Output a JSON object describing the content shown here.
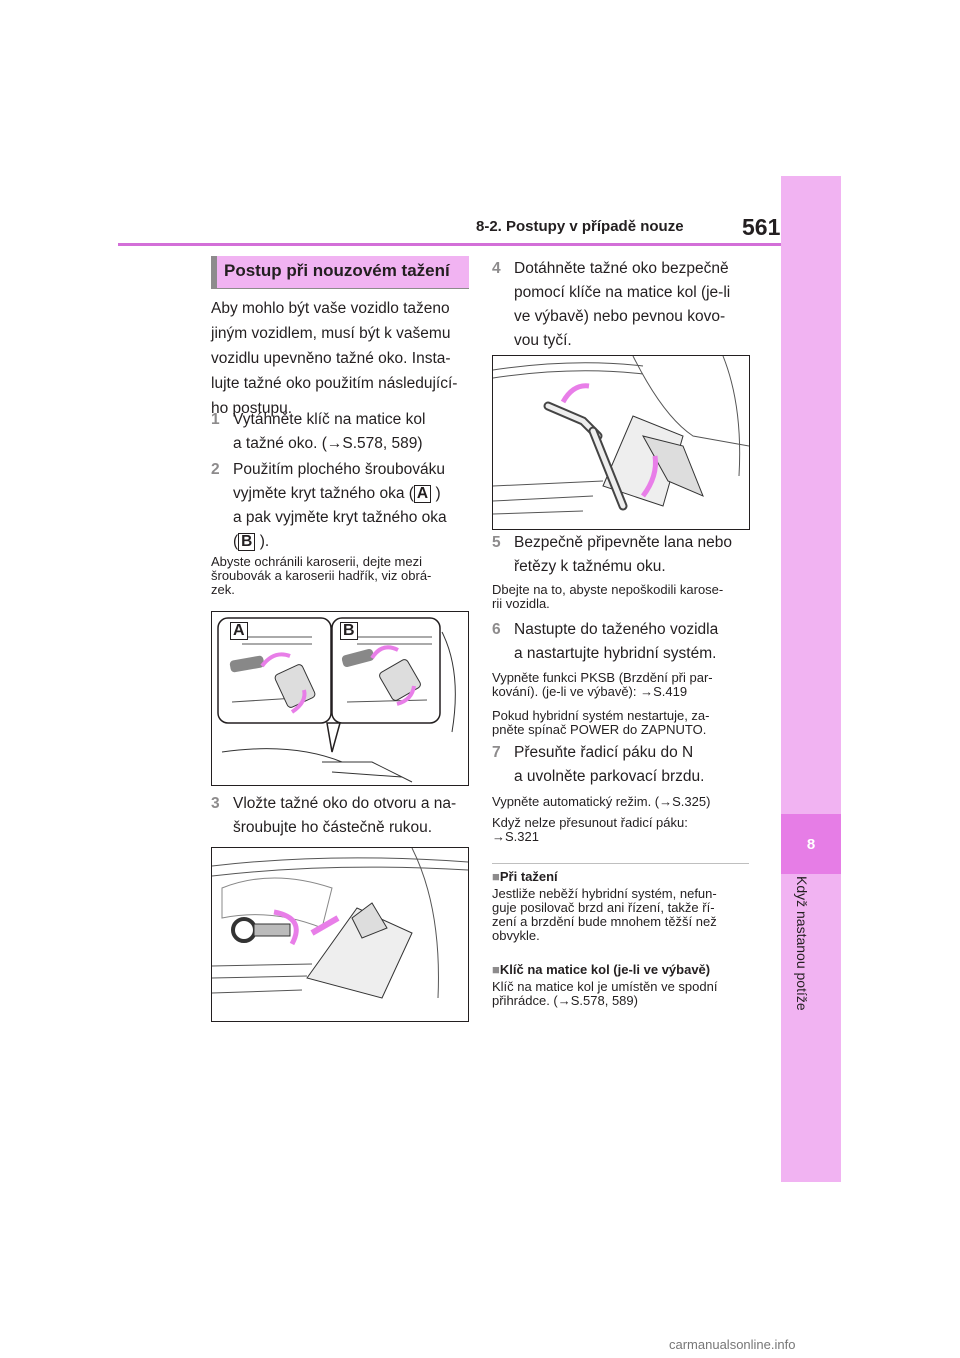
{
  "header": {
    "section_title": "8-2. Postupy v případě nouze",
    "page_number": "561"
  },
  "side_tab": {
    "chapter_number": "8",
    "chapter_title": "Když nastanou potíže"
  },
  "section": {
    "heading": "Postup při nouzovém tažení",
    "intro": [
      "Aby mohlo být vaše vozidlo taženo",
      "jiným vozidlem, musí být k vašemu",
      "vozidlu upevněno tažné oko. Insta-",
      "lujte tažné oko použitím následující-",
      "ho postupu."
    ]
  },
  "steps": [
    {
      "num": "1",
      "lines": [
        "Vytáhněte klíč na matice kol",
        "a tažné oko. (→S.578, 589)"
      ]
    },
    {
      "num": "2",
      "line1": "Použitím plochého šroubováku",
      "line2a": "vyjměte kryt tažného oka (",
      "label_a": "A",
      "line2b": ")",
      "line3": "a pak vyjměte kryt tažného oka",
      "line4a": "(",
      "label_b": "B",
      "line4b": ")."
    },
    {
      "num": "3",
      "lines": [
        "Vložte tažné oko do otvoru a na-",
        "šroubujte ho částečně rukou."
      ]
    },
    {
      "num": "4",
      "lines": [
        "Dotáhněte tažné oko bezpečně",
        "pomocí klíče na matice kol (je-li",
        "ve výbavě) nebo pevnou kovo-",
        "vou tyčí."
      ]
    },
    {
      "num": "5",
      "lines": [
        "Bezpečně připevněte lana nebo",
        "řetězy k tažnému oku."
      ]
    },
    {
      "num": "6",
      "lines": [
        "Nastupte do taženého vozidla",
        "a nastartujte hybridní systém."
      ]
    },
    {
      "num": "7",
      "lines": [
        "Přesuňte řadicí páku do N",
        "a uvolněte parkovací brzdu."
      ]
    }
  ],
  "notes": {
    "step2": [
      "Abyste ochránili karoserii, dejte mezi",
      "šroubovák a karoserii hadřík, viz obrá-",
      "zek."
    ],
    "step5": [
      "Dbejte na to, abyste nepoškodili karose-",
      "rii vozidla."
    ],
    "step6a": [
      "Vypněte funkci PKSB (Brzdění při par-",
      "kování). (je-li ve výbavě): →S.419"
    ],
    "step6b": [
      "Pokud hybridní systém nestartuje, za-",
      "pněte spínač POWER do ZAPNUTO."
    ],
    "step7a": [
      "Vypněte automatický režim. (→S.325)"
    ],
    "step7b": [
      "Když nelze přesunout řadicí páku:",
      "→S.321"
    ]
  },
  "figure_labels": {
    "a": "A",
    "b": "B"
  },
  "info": [
    {
      "marker": "■",
      "title": "Při tažení",
      "lines": [
        "Jestliže neběží hybridní systém, nefun-",
        "guje posilovač brzd ani řízení, takže ří-",
        "zení a brzdění bude mnohem těžší než",
        "obvykle."
      ]
    },
    {
      "marker": "■",
      "title": "Klíč na matice kol (je-li ve výbavě)",
      "lines": [
        "Klíč na matice kol je umístěn ve spodní",
        "přihrádce. (→S.578, 589)"
      ]
    }
  ],
  "footer": {
    "watermark": "carmanualsonline.info"
  },
  "colors": {
    "accent": "#e67de6",
    "tab": "#f1b3f2",
    "header_line": "#d36fd8",
    "arrow": "#e87ee8"
  }
}
